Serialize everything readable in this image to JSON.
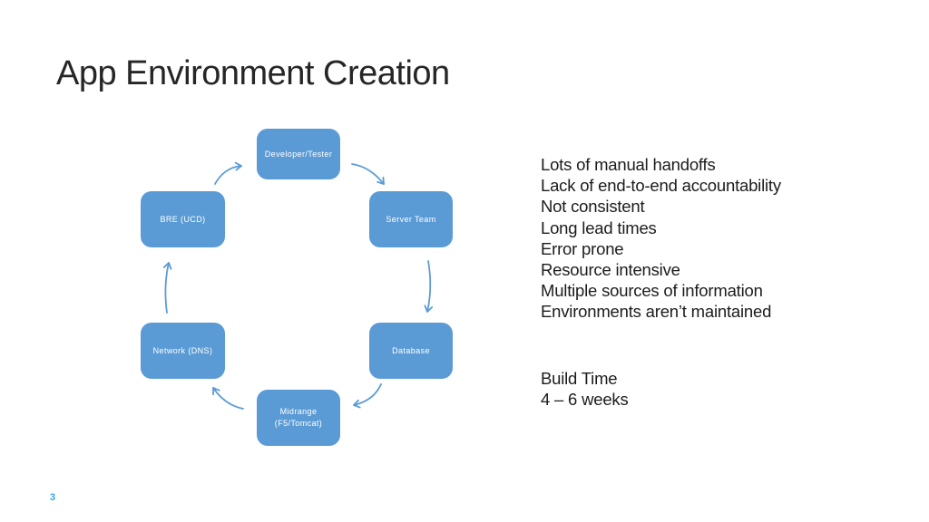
{
  "slide": {
    "title": "App Environment Creation",
    "page_number": "3"
  },
  "diagram": {
    "description": "clockwise cycle of app environment creation handoffs",
    "nodes": [
      {
        "id": "developer-tester",
        "label": "Developer/Tester"
      },
      {
        "id": "server-team",
        "label": "Server Team"
      },
      {
        "id": "database",
        "label": "Database"
      },
      {
        "id": "midrange",
        "label": "Midrange\n(F5/Tomcat)"
      },
      {
        "id": "network-dns",
        "label": "Network (DNS)"
      },
      {
        "id": "bre-ucd",
        "label": "BRE (UCD)"
      }
    ],
    "edges": [
      {
        "from": "Developer/Tester",
        "to": "Server Team"
      },
      {
        "from": "Server Team",
        "to": "Database"
      },
      {
        "from": "Database",
        "to": "Midrange (F5/Tomcat)"
      },
      {
        "from": "Midrange (F5/Tomcat)",
        "to": "Network (DNS)"
      },
      {
        "from": "Network (DNS)",
        "to": "BRE (UCD)"
      },
      {
        "from": "BRE (UCD)",
        "to": "Developer/Tester"
      }
    ]
  },
  "issues": {
    "lines": [
      "Lots of manual handoffs",
      "Lack of end-to-end accountability",
      "Not consistent",
      "Long lead times",
      "Error prone",
      "Resource intensive",
      "Multiple sources of information",
      "Environments aren’t maintained"
    ]
  },
  "build_time": {
    "label": "Build Time",
    "value": "4 – 6 weeks"
  },
  "colors": {
    "node_fill": "#5B9BD5",
    "node_text": "#FFFFFF",
    "arrow": "#5B9BD5",
    "title_text": "#262626",
    "body_text": "#1C1C1C",
    "page_number": "#2FA8E1"
  }
}
